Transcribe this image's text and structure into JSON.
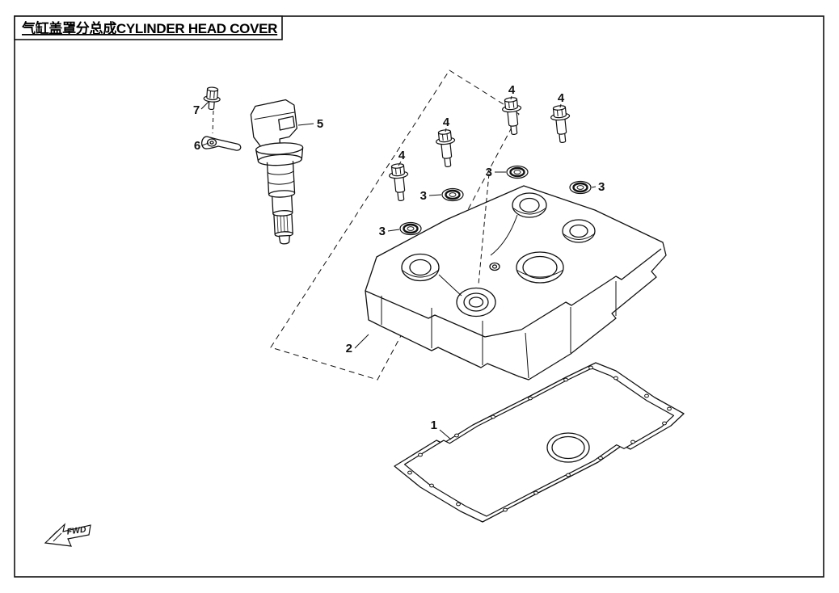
{
  "title": {
    "text": "气缸盖罩分总成CYLINDER HEAD COVER"
  },
  "fwd": {
    "label": "FWD"
  },
  "colors": {
    "ink": "#111111",
    "paper": "#ffffff"
  },
  "callouts": {
    "gasket1": {
      "label": "1"
    },
    "cover2": {
      "label": "2"
    },
    "seal3_1": {
      "label": "3"
    },
    "seal3_2": {
      "label": "3"
    },
    "seal3_3": {
      "label": "3"
    },
    "seal3_4": {
      "label": "3"
    },
    "bolt4_1": {
      "label": "4"
    },
    "bolt4_2": {
      "label": "4"
    },
    "bolt4_3": {
      "label": "4"
    },
    "bolt4_4": {
      "label": "4"
    },
    "coil5": {
      "label": "5"
    },
    "bracket6": {
      "label": "6"
    },
    "bolt7": {
      "label": "7"
    }
  }
}
